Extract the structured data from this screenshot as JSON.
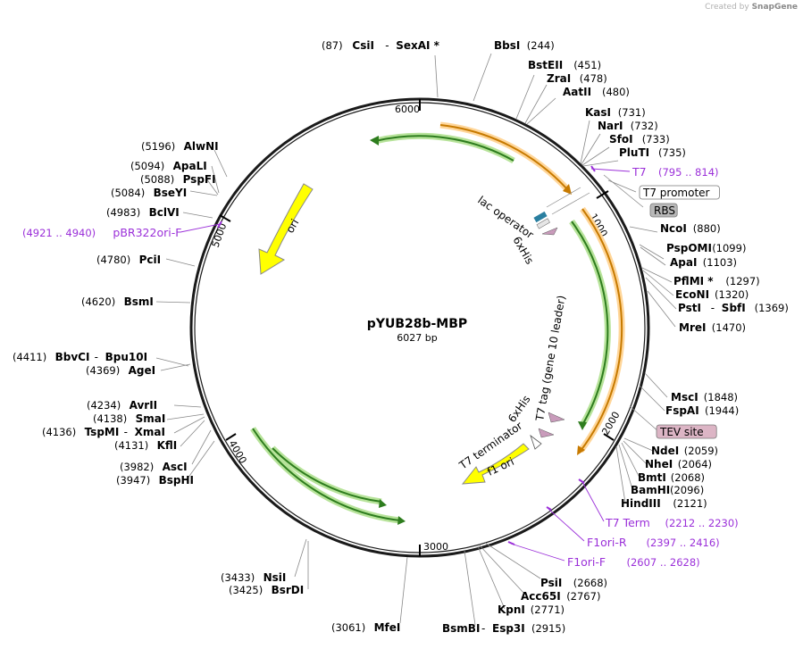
{
  "watermark": {
    "prefix": "Created by",
    "brand": "SnapGene"
  },
  "map": {
    "name": "pYUB28b-MBP",
    "length_label": "6027 bp",
    "total_bp": 6027,
    "ticks": [
      "1000",
      "2000",
      "3000",
      "4000",
      "5000",
      "6000"
    ]
  },
  "features": [
    {
      "name": "lac operator",
      "kind": "protein_bind",
      "start": 1000,
      "end": 1040,
      "color": "#2a7fa0"
    },
    {
      "name": "6xHis",
      "kind": "tag",
      "start": 1160,
      "end": 1180,
      "color": "#c99bbb"
    },
    {
      "name": "T7 tag (gene 10 leader)",
      "kind": "tag",
      "start": 1950,
      "end": 1980,
      "color": "#c99bbb"
    },
    {
      "name": "6xHis",
      "kind": "tag",
      "start": 2040,
      "end": 2060,
      "color": "#c99bbb"
    },
    {
      "name": "T7 terminator",
      "kind": "terminator",
      "start": 2150,
      "end": 2200,
      "color": "#ffffff"
    },
    {
      "name": "f1 ori",
      "kind": "rep_origin",
      "color": "#ffff00"
    },
    {
      "name": "ori",
      "kind": "rep_origin",
      "color": "#ffff00"
    }
  ],
  "enzymes_left": [
    {
      "name": "CsiI",
      "sep": "-",
      "name2": "SexAI *",
      "pos": "(87)"
    },
    {
      "name": "AlwNI",
      "pos": "(5196)"
    },
    {
      "name": "ApaLI",
      "pos": "(5094)"
    },
    {
      "name": "PspFI",
      "pos": "(5088)"
    },
    {
      "name": "BseYI",
      "pos": "(5084)"
    },
    {
      "name": "BclVI",
      "pos": "(4983)"
    },
    {
      "name": "PciI",
      "pos": "(4780)"
    },
    {
      "name": "BsmI",
      "pos": "(4620)"
    },
    {
      "name": "BbvCI",
      "sep": "-",
      "name2": "Bpu10I",
      "pos": "(4411)"
    },
    {
      "name": "AgeI",
      "pos": "(4369)"
    },
    {
      "name": "AvrII",
      "pos": "(4234)"
    },
    {
      "name": "SmaI",
      "pos": "(4138)"
    },
    {
      "name": "TspMI",
      "sep": "-",
      "name2": "XmaI",
      "pos": "(4136)"
    },
    {
      "name": "KflI",
      "pos": "(4131)"
    },
    {
      "name": "AscI",
      "pos": "(3982)"
    },
    {
      "name": "BspHI",
      "pos": "(3947)"
    },
    {
      "name": "NsiI",
      "pos": "(3433)"
    },
    {
      "name": "BsrDI",
      "pos": "(3425)"
    },
    {
      "name": "MfeI",
      "pos": "(3061)"
    }
  ],
  "enzymes_right": [
    {
      "name": "BbsI",
      "pos": "(244)"
    },
    {
      "name": "BstEII",
      "pos": "(451)"
    },
    {
      "name": "ZraI",
      "pos": "(478)"
    },
    {
      "name": "AatII",
      "pos": "(480)"
    },
    {
      "name": "KasI",
      "pos": "(731)"
    },
    {
      "name": "NarI",
      "pos": "(732)"
    },
    {
      "name": "SfoI",
      "pos": "(733)"
    },
    {
      "name": "PluTI",
      "pos": "(735)"
    },
    {
      "name": "NcoI",
      "pos": "(880)"
    },
    {
      "name": "PspOMI",
      "pos": "(1099)"
    },
    {
      "name": "ApaI",
      "pos": "(1103)"
    },
    {
      "name": "PflMI *",
      "pos": "(1297)"
    },
    {
      "name": "EcoNI",
      "pos": "(1320)"
    },
    {
      "name": "PstI",
      "sep": "-",
      "name2": "SbfI",
      "pos": "(1369)"
    },
    {
      "name": "MreI",
      "pos": "(1470)"
    },
    {
      "name": "MscI",
      "pos": "(1848)"
    },
    {
      "name": "FspAI",
      "pos": "(1944)"
    },
    {
      "name": "NdeI",
      "pos": "(2059)"
    },
    {
      "name": "NheI",
      "pos": "(2064)"
    },
    {
      "name": "BmtI",
      "pos": "(2068)"
    },
    {
      "name": "BamHI",
      "pos": "(2096)"
    },
    {
      "name": "HindIII",
      "pos": "(2121)"
    },
    {
      "name": "PsiI",
      "pos": "(2668)"
    },
    {
      "name": "Acc65I",
      "pos": "(2767)"
    },
    {
      "name": "KpnI",
      "pos": "(2771)"
    },
    {
      "name": "BsmBI",
      "sep": "-",
      "name2": "Esp3I",
      "pos": "(2915)"
    }
  ],
  "primers": [
    {
      "name": "T7",
      "range": "(795 .. 814)"
    },
    {
      "name": "T7 Term",
      "range": "(2212 .. 2230)"
    },
    {
      "name": "F1ori-R",
      "range": "(2397 .. 2416)"
    },
    {
      "name": "F1ori-F",
      "range": "(2607 .. 2628)"
    },
    {
      "name": "pBR322ori-F",
      "range": "(4921 .. 4940)"
    }
  ],
  "boxed_features": [
    "T7 promoter",
    "RBS",
    "TEV site"
  ],
  "colors": {
    "backbone": "#1a1a1a",
    "orf_green": "#2e7d1e",
    "orf_glow": "#b7e39a",
    "orange_orf": "#c77a00",
    "orange_glow": "#ffd699",
    "primer_purple": "#9b30d9",
    "ori_yellow": "#ffff00",
    "lac_operator": "#2a7fa0",
    "tag_pink": "#c99bbb",
    "tev_box": "#dcb5c5",
    "rbs_box": "#b8b8b8"
  }
}
